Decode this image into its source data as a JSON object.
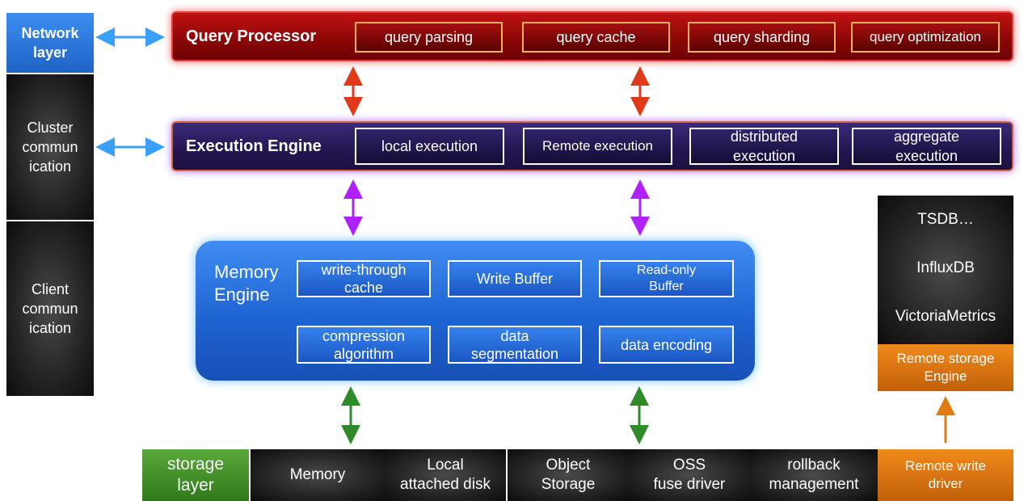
{
  "left_column": {
    "network": "Network layer",
    "cluster": "Cluster communication",
    "cluster_lines": [
      "Cluster",
      "commun",
      "ication"
    ],
    "client_lines": [
      "Client",
      "commun",
      "ication"
    ]
  },
  "query_processor": {
    "title": "Query Processor",
    "items": [
      "query parsing",
      "query cache",
      "query sharding",
      "query optimization"
    ]
  },
  "execution_engine": {
    "title": "Execution Engine",
    "items": [
      "local execution",
      "Remote execution",
      "distributed execution",
      "aggregate execution"
    ],
    "distributed_lines": [
      "distributed",
      "execution"
    ],
    "aggregate_lines": [
      "aggregate",
      "execution"
    ]
  },
  "memory_engine": {
    "title_lines": [
      "Memory",
      "Engine"
    ],
    "items": [
      [
        "write-through",
        "cache"
      ],
      [
        "Write Buffer"
      ],
      [
        "Read-only",
        "Buffer"
      ],
      [
        "compression",
        "algorithm"
      ],
      [
        "data",
        "segmentation"
      ],
      [
        "data encoding"
      ]
    ]
  },
  "remote_stack": {
    "rows": [
      "TSDB…",
      "InfluxDB",
      "VictoriaMetrics"
    ],
    "engine_lines": [
      "Remote storage",
      "Engine"
    ]
  },
  "storage": {
    "layer_lines": [
      "storage",
      "layer"
    ],
    "items": [
      [
        "Memory"
      ],
      [
        "Local",
        "attached disk"
      ],
      [
        "Object",
        "Storage"
      ],
      [
        "OSS",
        "fuse driver"
      ],
      [
        "rollback",
        "management"
      ]
    ],
    "remote_write_lines": [
      "Remote write",
      "driver"
    ]
  },
  "colors": {
    "network_blue": "#2f7be0",
    "query_red": "#a00d0d",
    "execution_purple": "#2a1c60",
    "memory_blue": "#2a74e2",
    "storage_green": "#4a9a30",
    "remote_orange": "#e07a12",
    "arrow_red": "#e03a1a",
    "arrow_purple": "#b020ff",
    "arrow_green": "#2f8a2a",
    "arrow_blue": "#3aa0ff",
    "arrow_orange": "#e07a12"
  }
}
